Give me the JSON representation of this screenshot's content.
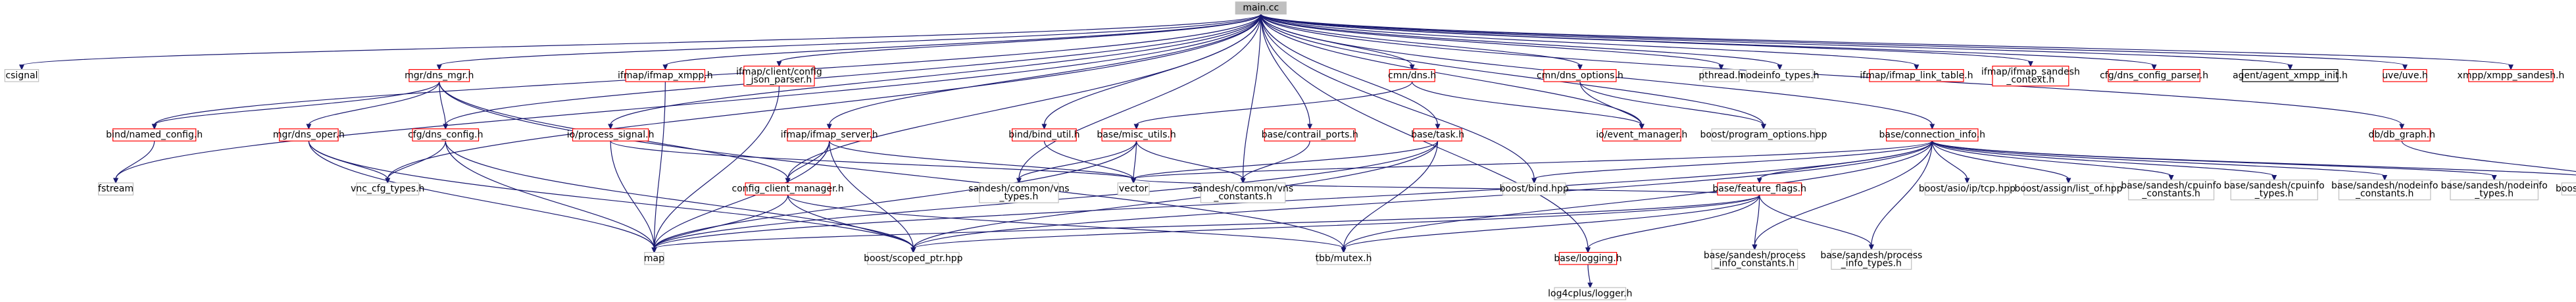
{
  "graph": {
    "title": "main.cc",
    "colors": {
      "root_fill": "#bfbfbf",
      "link": "#ff0000",
      "system": "#bfbfbf",
      "plain": "#000000",
      "edge": "#191970"
    },
    "nodes": [
      {
        "id": "main",
        "lines": [
          "main.cc"
        ],
        "kind": "root"
      },
      {
        "id": "csignal",
        "lines": [
          "csignal"
        ],
        "kind": "system"
      },
      {
        "id": "mgrdns_mgr",
        "lines": [
          "mgr/dns_mgr.h"
        ],
        "kind": "link"
      },
      {
        "id": "bind_named_config",
        "lines": [
          "bind/named_config.h"
        ],
        "kind": "link"
      },
      {
        "id": "fstream",
        "lines": [
          "fstream"
        ],
        "kind": "system"
      },
      {
        "id": "mgr_dns_oper",
        "lines": [
          "mgr/dns_oper.h"
        ],
        "kind": "link"
      },
      {
        "id": "cfg_dns_config",
        "lines": [
          "cfg/dns_config.h"
        ],
        "kind": "link"
      },
      {
        "id": "vnc_cfg_types",
        "lines": [
          "vnc_cfg_types.h"
        ],
        "kind": "system"
      },
      {
        "id": "map",
        "lines": [
          "map"
        ],
        "kind": "system"
      },
      {
        "id": "ifmap_xmpp",
        "lines": [
          "ifmap/ifmap_xmpp.h"
        ],
        "kind": "link"
      },
      {
        "id": "ifmap_client_config_json",
        "lines": [
          "ifmap/client/config",
          "_json_parser.h"
        ],
        "kind": "link"
      },
      {
        "id": "io_process_signal",
        "lines": [
          "io/process_signal.h"
        ],
        "kind": "link"
      },
      {
        "id": "ifmap_server",
        "lines": [
          "ifmap/ifmap_server.h"
        ],
        "kind": "link"
      },
      {
        "id": "config_client_manager",
        "lines": [
          "config_client_manager.h"
        ],
        "kind": "link"
      },
      {
        "id": "boost_scoped_ptr",
        "lines": [
          "boost/scoped_ptr.hpp"
        ],
        "kind": "system"
      },
      {
        "id": "tbb_mutex",
        "lines": [
          "tbb/mutex.h"
        ],
        "kind": "system"
      },
      {
        "id": "bind_util",
        "lines": [
          "bind/bind_util.h"
        ],
        "kind": "link"
      },
      {
        "id": "cmn_dns",
        "lines": [
          "cmn/dns.h"
        ],
        "kind": "link"
      },
      {
        "id": "base_misc_utils",
        "lines": [
          "base/misc_utils.h"
        ],
        "kind": "link"
      },
      {
        "id": "sandesh_common_vns_types",
        "lines": [
          "sandesh/common/vns",
          "_types.h"
        ],
        "kind": "system"
      },
      {
        "id": "vector",
        "lines": [
          "vector"
        ],
        "kind": "system"
      },
      {
        "id": "base_contrail_ports",
        "lines": [
          "base/contrail_ports.h"
        ],
        "kind": "link"
      },
      {
        "id": "sandesh_common_vns_constants",
        "lines": [
          "sandesh/common/vns",
          "_constants.h"
        ],
        "kind": "system"
      },
      {
        "id": "base_task",
        "lines": [
          "base/task.h"
        ],
        "kind": "link"
      },
      {
        "id": "boost_bind",
        "lines": [
          "boost/bind.hpp"
        ],
        "kind": "system"
      },
      {
        "id": "cmn_dns_options",
        "lines": [
          "cmn/dns_options.h"
        ],
        "kind": "link"
      },
      {
        "id": "io_event_manager",
        "lines": [
          "io/event_manager.h"
        ],
        "kind": "link"
      },
      {
        "id": "boost_program_options",
        "lines": [
          "boost/program_options.hpp"
        ],
        "kind": "system"
      },
      {
        "id": "base_connection_info",
        "lines": [
          "base/connection_info.h"
        ],
        "kind": "link"
      },
      {
        "id": "base_feature_flags",
        "lines": [
          "base/feature_flags.h"
        ],
        "kind": "link"
      },
      {
        "id": "base_logging",
        "lines": [
          "base/logging.h"
        ],
        "kind": "link"
      },
      {
        "id": "log4cplus_logger",
        "lines": [
          "log4cplus/logger.h"
        ],
        "kind": "system"
      },
      {
        "id": "base_sandesh_process_info_constants",
        "lines": [
          "base/sandesh/process",
          "_info_constants.h"
        ],
        "kind": "system"
      },
      {
        "id": "base_sandesh_process_info_types",
        "lines": [
          "base/sandesh/process",
          "_info_types.h"
        ],
        "kind": "system"
      },
      {
        "id": "boost_asio_ip_tcp",
        "lines": [
          "boost/asio/ip/tcp.hpp"
        ],
        "kind": "system"
      },
      {
        "id": "boost_assign_list_of",
        "lines": [
          "boost/assign/list_of.hpp"
        ],
        "kind": "system"
      },
      {
        "id": "base_sandesh_cpuinfo_constants",
        "lines": [
          "base/sandesh/cpuinfo",
          "_constants.h"
        ],
        "kind": "system"
      },
      {
        "id": "base_sandesh_cpuinfo_types",
        "lines": [
          "base/sandesh/cpuinfo",
          "_types.h"
        ],
        "kind": "system"
      },
      {
        "id": "base_sandesh_nodeinfo_constants",
        "lines": [
          "base/sandesh/nodeinfo",
          "_constants.h"
        ],
        "kind": "system"
      },
      {
        "id": "base_sandesh_nodeinfo_types",
        "lines": [
          "base/sandesh/nodeinfo",
          "_types.h"
        ],
        "kind": "system"
      },
      {
        "id": "boost_tuple_tuple",
        "lines": [
          "boost/tuple/tuple.hpp"
        ],
        "kind": "system"
      },
      {
        "id": "db_db_graph",
        "lines": [
          "db/db_graph.h"
        ],
        "kind": "link"
      },
      {
        "id": "pthread",
        "lines": [
          "pthread.h"
        ],
        "kind": "system"
      },
      {
        "id": "nodeinfo_types",
        "lines": [
          "nodeinfo_types.h"
        ],
        "kind": "system"
      },
      {
        "id": "ifmap_link_table",
        "lines": [
          "ifmap/ifmap_link_table.h"
        ],
        "kind": "link"
      },
      {
        "id": "ifmap_sandesh_context",
        "lines": [
          "ifmap/ifmap_sandesh",
          "_context.h"
        ],
        "kind": "link"
      },
      {
        "id": "cfg_dns_config_parser",
        "lines": [
          "cfg/dns_config_parser.h"
        ],
        "kind": "link"
      },
      {
        "id": "agent_xmpp_init",
        "lines": [
          "agent/agent_xmpp_init.h"
        ],
        "kind": "plain"
      },
      {
        "id": "uve_uve",
        "lines": [
          "uve/uve.h"
        ],
        "kind": "link"
      },
      {
        "id": "xmpp_xmpp_sandesh",
        "lines": [
          "xmpp/xmpp_sandesh.h"
        ],
        "kind": "link"
      }
    ],
    "edges": [
      [
        "main",
        "csignal"
      ],
      [
        "main",
        "mgrdns_mgr"
      ],
      [
        "main",
        "bind_named_config"
      ],
      [
        "main",
        "fstream"
      ],
      [
        "main",
        "cfg_dns_config"
      ],
      [
        "main",
        "vnc_cfg_types"
      ],
      [
        "main",
        "ifmap_xmpp"
      ],
      [
        "main",
        "ifmap_client_config_json"
      ],
      [
        "main",
        "io_process_signal"
      ],
      [
        "main",
        "ifmap_server"
      ],
      [
        "main",
        "config_client_manager"
      ],
      [
        "main",
        "bind_util"
      ],
      [
        "main",
        "cmn_dns"
      ],
      [
        "main",
        "sandesh_common_vns_types"
      ],
      [
        "main",
        "base_contrail_ports"
      ],
      [
        "main",
        "sandesh_common_vns_constants"
      ],
      [
        "main",
        "base_task"
      ],
      [
        "main",
        "boost_bind"
      ],
      [
        "main",
        "cmn_dns_options"
      ],
      [
        "main",
        "io_event_manager"
      ],
      [
        "main",
        "boost_program_options"
      ],
      [
        "main",
        "base_connection_info"
      ],
      [
        "main",
        "base_logging"
      ],
      [
        "main",
        "db_db_graph"
      ],
      [
        "main",
        "pthread"
      ],
      [
        "main",
        "nodeinfo_types"
      ],
      [
        "main",
        "ifmap_link_table"
      ],
      [
        "main",
        "ifmap_sandesh_context"
      ],
      [
        "main",
        "cfg_dns_config_parser"
      ],
      [
        "main",
        "agent_xmpp_init"
      ],
      [
        "main",
        "uve_uve"
      ],
      [
        "main",
        "xmpp_xmpp_sandesh"
      ],
      [
        "mgrdns_mgr",
        "bind_named_config"
      ],
      [
        "mgrdns_mgr",
        "mgr_dns_oper"
      ],
      [
        "mgrdns_mgr",
        "cfg_dns_config"
      ],
      [
        "mgrdns_mgr",
        "config_client_manager"
      ],
      [
        "mgrdns_mgr",
        "tbb_mutex"
      ],
      [
        "bind_named_config",
        "fstream"
      ],
      [
        "mgr_dns_oper",
        "vnc_cfg_types"
      ],
      [
        "mgr_dns_oper",
        "map"
      ],
      [
        "mgr_dns_oper",
        "boost_scoped_ptr"
      ],
      [
        "cfg_dns_config",
        "vnc_cfg_types"
      ],
      [
        "cfg_dns_config",
        "map"
      ],
      [
        "cfg_dns_config",
        "boost_scoped_ptr"
      ],
      [
        "ifmap_xmpp",
        "map"
      ],
      [
        "ifmap_client_config_json",
        "map"
      ],
      [
        "io_process_signal",
        "map"
      ],
      [
        "io_process_signal",
        "vector"
      ],
      [
        "ifmap_server",
        "map"
      ],
      [
        "ifmap_server",
        "config_client_manager"
      ],
      [
        "ifmap_server",
        "boost_scoped_ptr"
      ],
      [
        "ifmap_server",
        "vector"
      ],
      [
        "config_client_manager",
        "map"
      ],
      [
        "config_client_manager",
        "boost_scoped_ptr"
      ],
      [
        "config_client_manager",
        "tbb_mutex"
      ],
      [
        "bind_util",
        "vector"
      ],
      [
        "cmn_dns",
        "base_misc_utils"
      ],
      [
        "cmn_dns",
        "io_event_manager"
      ],
      [
        "base_misc_utils",
        "map"
      ],
      [
        "base_misc_utils",
        "vector"
      ],
      [
        "base_misc_utils",
        "sandesh_common_vns_types"
      ],
      [
        "base_misc_utils",
        "sandesh_common_vns_constants"
      ],
      [
        "base_contrail_ports",
        "sandesh_common_vns_constants"
      ],
      [
        "base_task",
        "map"
      ],
      [
        "base_task",
        "vector"
      ],
      [
        "base_task",
        "boost_scoped_ptr"
      ],
      [
        "base_task",
        "tbb_mutex"
      ],
      [
        "cmn_dns_options",
        "io_event_manager"
      ],
      [
        "cmn_dns_options",
        "boost_program_options"
      ],
      [
        "base_connection_info",
        "map"
      ],
      [
        "base_connection_info",
        "vector"
      ],
      [
        "base_connection_info",
        "boost_scoped_ptr"
      ],
      [
        "base_connection_info",
        "tbb_mutex"
      ],
      [
        "base_connection_info",
        "boost_bind"
      ],
      [
        "base_connection_info",
        "base_feature_flags"
      ],
      [
        "base_connection_info",
        "base_sandesh_process_info_constants"
      ],
      [
        "base_connection_info",
        "base_sandesh_process_info_types"
      ],
      [
        "base_connection_info",
        "boost_asio_ip_tcp"
      ],
      [
        "base_connection_info",
        "boost_assign_list_of"
      ],
      [
        "base_connection_info",
        "base_sandesh_cpuinfo_constants"
      ],
      [
        "base_connection_info",
        "base_sandesh_cpuinfo_types"
      ],
      [
        "base_connection_info",
        "base_sandesh_nodeinfo_constants"
      ],
      [
        "base_connection_info",
        "base_sandesh_nodeinfo_types"
      ],
      [
        "base_connection_info",
        "boost_tuple_tuple"
      ],
      [
        "base_feature_flags",
        "map"
      ],
      [
        "base_feature_flags",
        "vector"
      ],
      [
        "base_feature_flags",
        "boost_scoped_ptr"
      ],
      [
        "base_feature_flags",
        "tbb_mutex"
      ],
      [
        "base_feature_flags",
        "base_logging"
      ],
      [
        "base_feature_flags",
        "base_sandesh_process_info_constants"
      ],
      [
        "base_feature_flags",
        "base_sandesh_process_info_types"
      ],
      [
        "base_logging",
        "log4cplus_logger"
      ],
      [
        "db_db_graph",
        "boost_tuple_tuple"
      ]
    ]
  }
}
